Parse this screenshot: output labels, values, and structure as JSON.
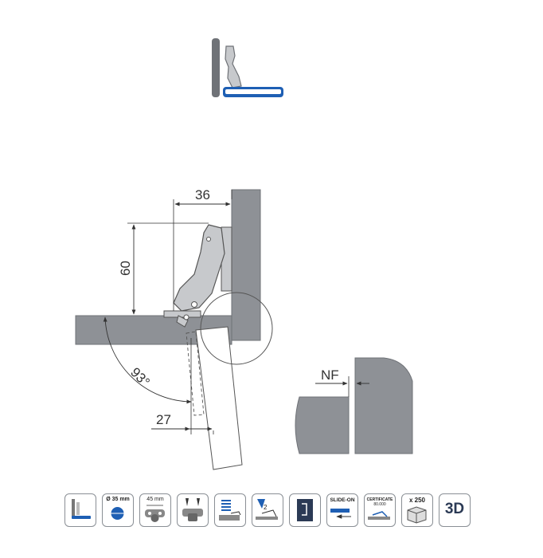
{
  "colors": {
    "panel": "#8e9196",
    "panel_dark": "#6f7277",
    "metal": "#c7c9cc",
    "accent_blue": "#1e5fb4",
    "line": "#333333"
  },
  "diagram": {
    "dimensions": {
      "width_36": "36",
      "height_60": "60",
      "angle_93": "93°",
      "offset_27": "27",
      "nf": "NF"
    }
  },
  "feature_icons": [
    {
      "name": "full-overlay-icon",
      "label": ""
    },
    {
      "name": "cup-diameter-icon",
      "label": "Ø 35 mm"
    },
    {
      "name": "screw-distance-icon",
      "label": "45 mm"
    },
    {
      "name": "screw-fixing-icon",
      "label": ""
    },
    {
      "name": "spring-icon",
      "label": ""
    },
    {
      "name": "adjustment-icon",
      "label": "2"
    },
    {
      "name": "door-panel-icon",
      "label": ""
    },
    {
      "name": "slide-on-icon",
      "label": "SLIDE-ON"
    },
    {
      "name": "certificate-icon",
      "label": "CERTIFICATE",
      "sublabel": "80.000"
    },
    {
      "name": "box-quantity-icon",
      "label": "x 250"
    },
    {
      "name": "3d-icon",
      "label": "3D"
    }
  ]
}
